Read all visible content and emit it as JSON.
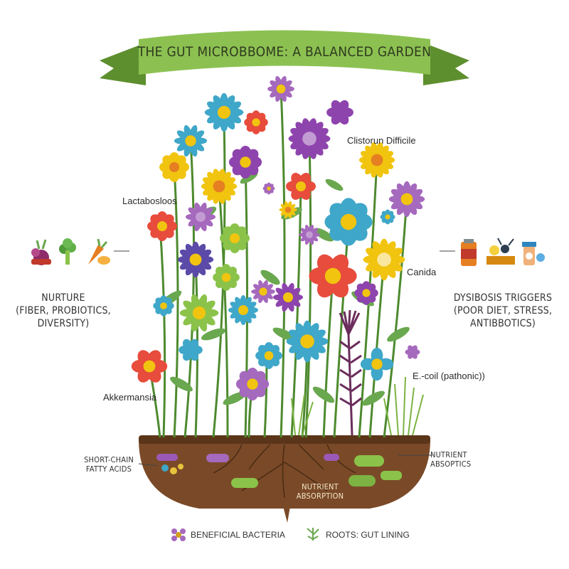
{
  "title": "THE GUT MICROBBOME: A BALANCED GARDEN",
  "left_panel": {
    "line1": "NURTURE",
    "line2": "(FIBER, PROBIOTICS,",
    "line3": "DIVERSITY)",
    "icons": [
      "beet-icon",
      "broccoli-icon",
      "carrot-icon"
    ]
  },
  "right_panel": {
    "line1": "DYSIBOSIS TRIGGERS",
    "line2": "(POOR DIET, STRESS,",
    "line3": "ANTIBBOTICS)",
    "icons": [
      "junk-food-can-icon",
      "fast-food-tray-icon",
      "pill-bottle-icon"
    ]
  },
  "labels": {
    "lactobacillus": "Lactabosloos",
    "akkermansia": "Akkermansia",
    "clostridium": "Clistorun Difficile",
    "candida": "Canida",
    "ecoli": "E.-coil (pathonic))",
    "scfa_line1": "SHORT-CHAIN",
    "scfa_line2": "FATTY ACIDS",
    "nutrient_right_line1": "NUTRIENT",
    "nutrient_right_line2": "ABSOPTICS",
    "nutrient_center_line1": "NUTRIENT",
    "nutrient_center_line2": "ABSORPTION"
  },
  "legend": {
    "beneficial": "BENEFICIAL BACTERIA",
    "roots": "ROOTS: GUT LINING"
  },
  "colors": {
    "banner": "#8cc152",
    "banner_dark": "#5e8f2e",
    "soil": "#7a4a28",
    "soil_dark": "#5b3519",
    "grass": "#6aa84f"
  }
}
